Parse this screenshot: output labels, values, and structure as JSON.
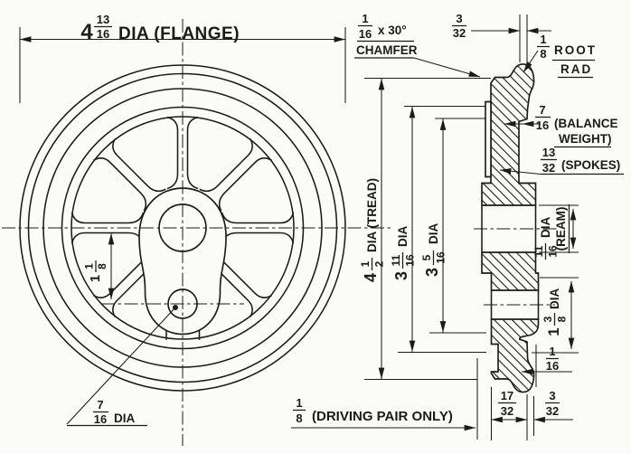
{
  "drawing_type": "engineering-drawing-spoked-driving-wheel",
  "dims": {
    "flange": {
      "whole": "4",
      "num": "13",
      "den": "16",
      "label": "DIA (FLANGE)"
    },
    "throw": {
      "whole": "1",
      "num": "1",
      "den": "8"
    },
    "pin": {
      "num": "7",
      "den": "16",
      "label": "DIA"
    },
    "tread": {
      "whole": "4",
      "num": "1",
      "den": "2",
      "label": "DIA (TREAD)"
    },
    "rim": {
      "whole": "3",
      "num": "11",
      "den": "16",
      "label": "DIA"
    },
    "spoke_circle": {
      "whole": "3",
      "num": "5",
      "den": "16",
      "label": "DIA"
    },
    "chamfer": {
      "num": "1",
      "den": "16",
      "angle": "x 30°",
      "word": "CHAMFER"
    },
    "flange_tip": {
      "num": "3",
      "den": "32"
    },
    "root_rad": {
      "num": "1",
      "den": "8",
      "word1": "ROOT",
      "word2": "RAD"
    },
    "balance": {
      "num": "7",
      "den": "16",
      "word1": "(BALANCE",
      "word2": "WEIGHT)"
    },
    "spokes": {
      "num": "13",
      "den": "32",
      "label": "(SPOKES)"
    },
    "ream": {
      "num": "11",
      "den": "16",
      "label": "DIA",
      "note": "(REAM)"
    },
    "boss": {
      "whole": "1",
      "num": "3",
      "den": "8",
      "label": "DIA"
    },
    "face_offset": {
      "num": "1",
      "den": "16"
    },
    "rim_width": {
      "num": "17",
      "den": "32"
    },
    "flange_width": {
      "num": "3",
      "den": "32"
    },
    "driving_pair": {
      "num": "1",
      "den": "8",
      "label": "(DRIVING PAIR ONLY)"
    }
  }
}
